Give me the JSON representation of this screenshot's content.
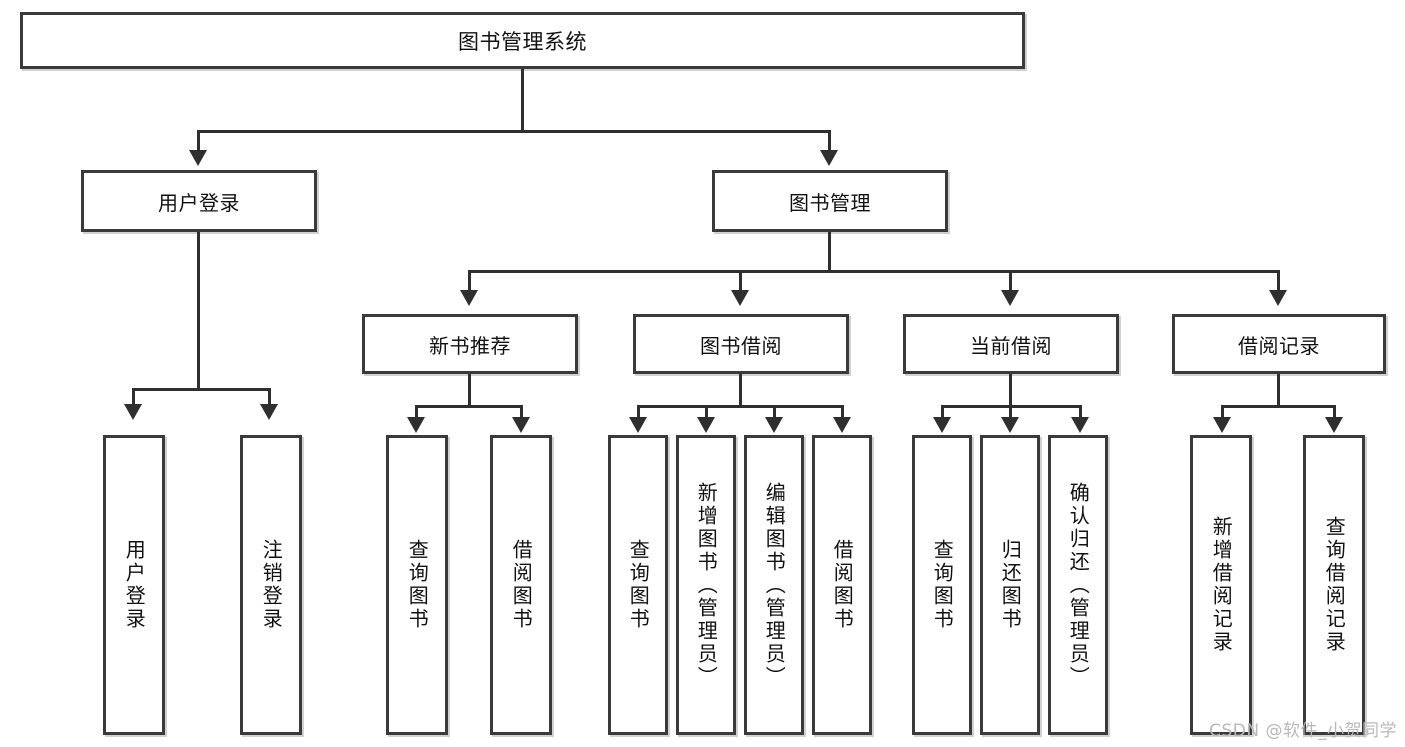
{
  "diagram": {
    "type": "tree",
    "title": "图书管理系统",
    "root": {
      "label": "图书管理系统"
    },
    "level2": [
      {
        "label": "用户登录"
      },
      {
        "label": "图书管理"
      }
    ],
    "level3": [
      {
        "label": "新书推荐"
      },
      {
        "label": "图书借阅"
      },
      {
        "label": "当前借阅"
      },
      {
        "label": "借阅记录"
      }
    ],
    "leaves": {
      "user_login": [
        {
          "label": "用户登录"
        },
        {
          "label": "注销登录"
        }
      ],
      "new_book_recommend": [
        {
          "label": "查询图书"
        },
        {
          "label": "借阅图书"
        }
      ],
      "book_borrow": [
        {
          "label": "查询图书"
        },
        {
          "label": "新增图书（管理员）"
        },
        {
          "label": "编辑图书（管理员）"
        },
        {
          "label": "借阅图书"
        }
      ],
      "current_borrow": [
        {
          "label": "查询图书"
        },
        {
          "label": "归还图书"
        },
        {
          "label": "确认归还（管理员）"
        }
      ],
      "borrow_record": [
        {
          "label": "新增借阅记录"
        },
        {
          "label": "查询借阅记录"
        }
      ]
    }
  },
  "watermark": {
    "text": "CSDN @软件_小贺同学"
  },
  "colors": {
    "box_border": "#3a3a3a",
    "connector": "#2f2f2f",
    "text": "#111111",
    "background": "#ffffff",
    "watermark": "#b9b9b9"
  }
}
